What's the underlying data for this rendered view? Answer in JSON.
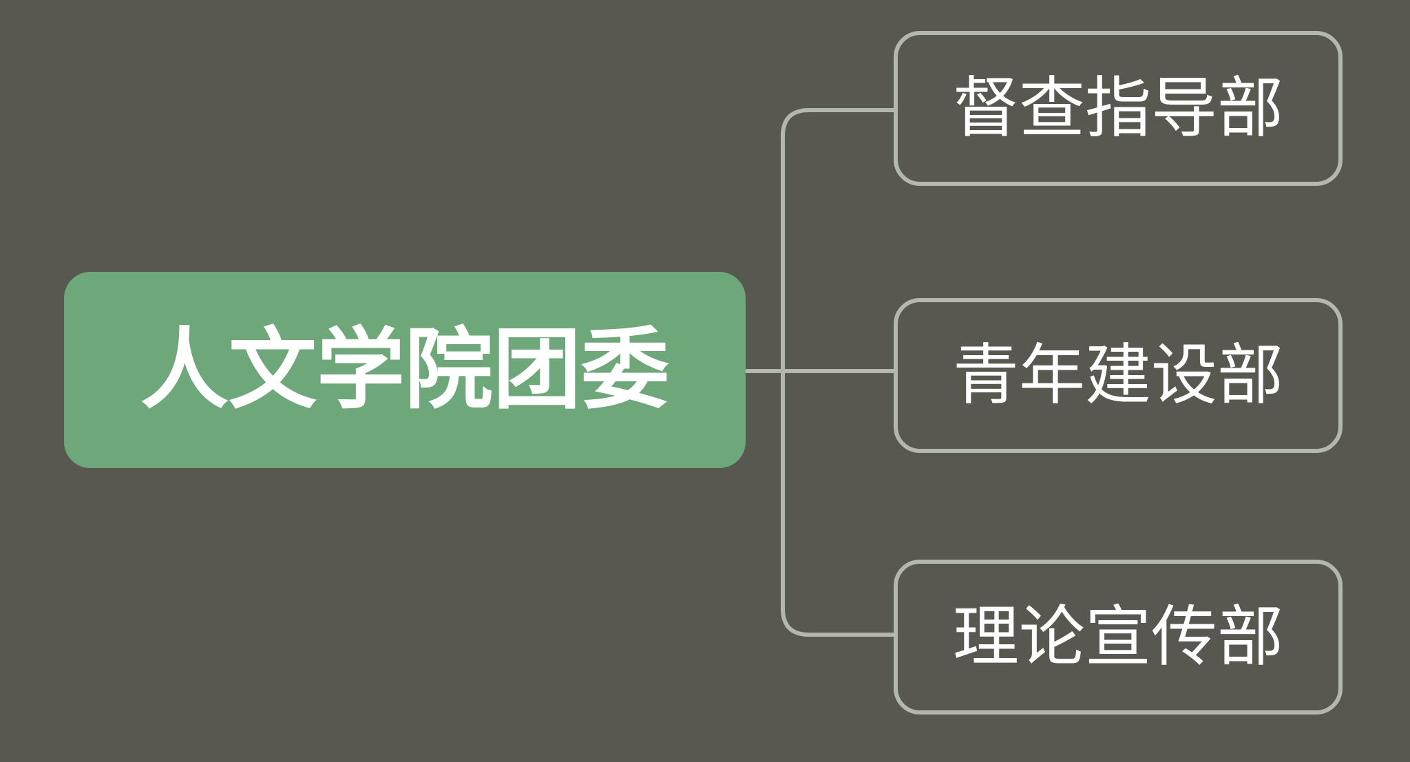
{
  "mindmap": {
    "root": {
      "label": "人文学院团委"
    },
    "children": [
      {
        "label": "督查指导部"
      },
      {
        "label": "青年建设部"
      },
      {
        "label": "理论宣传部"
      }
    ]
  },
  "colors": {
    "background": "#585850",
    "root_fill": "#6ea87a",
    "root_text": "#ffffff",
    "child_text": "#ffffff",
    "line": "#b4b7ae"
  }
}
